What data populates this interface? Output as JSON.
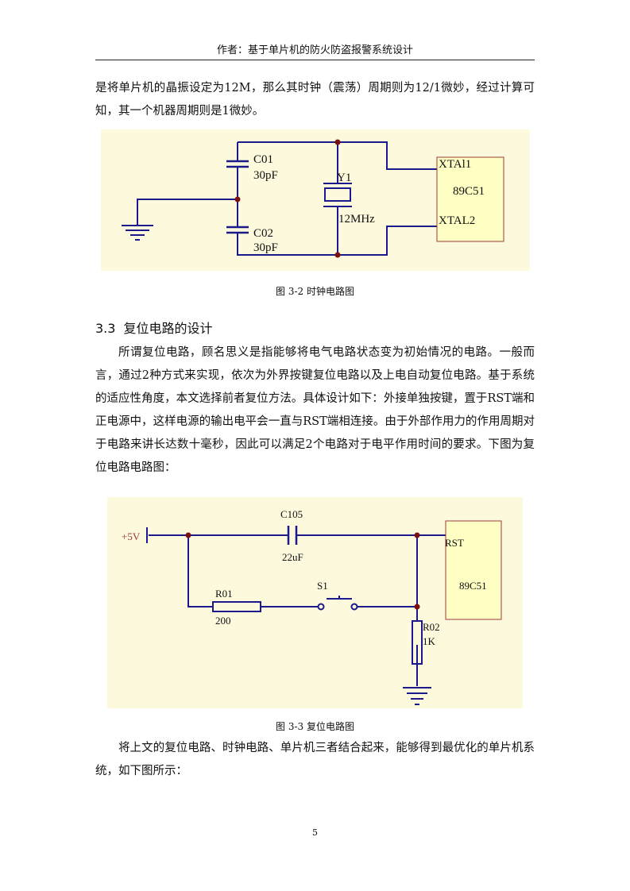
{
  "header": "作者：基于单片机的防火防盗报警系统设计",
  "para1": "是将单片机的晶振设定为12M，那么其时钟（震荡）周期则为12/1微妙，经过计算可知，其一个机器周期则是1微妙。",
  "fig1": {
    "caption": "图 3-2  时钟电路图",
    "labels": {
      "c01": "C01",
      "c01v": "30pF",
      "c02": "C02",
      "c02v": "30pF",
      "y1": "Y1",
      "y1v": "12MHz",
      "xtal1": "XTAl1",
      "xtal2": "XTAL2",
      "chip": "89C51"
    }
  },
  "section": {
    "num": "3.3",
    "title": "复位电路的设计"
  },
  "para2": "所谓复位电路，顾名思义是指能够将电气电路状态变为初始情况的电路。一般而言，通过2种方式来实现，依次为外界按键复位电路以及上电自动复位电路。基于系统的适应性角度，本文选择前者复位方法。具体设计如下：外接单独按键，置于RST端和正电源中，这样电源的输出电平会一直与RST端相连接。由于外部作用力的作用周期对于电路来讲长达数十毫秒，因此可以满足2个电路对于电平作用时间的要求。下图为复位电路电路图：",
  "fig2": {
    "caption": "图 3-3  复位电路图",
    "labels": {
      "vcc": "+5V",
      "c105": "C105",
      "c105v": "22uF",
      "r01": "R01",
      "r01v": "200",
      "s1": "S1",
      "r02": "R02",
      "r02v": "1K",
      "rst": "RST",
      "chip": "89C51"
    }
  },
  "para3": "将上文的复位电路、时钟电路、单片机三者结合起来，能够得到最优化的单片机系统，如下图所示：",
  "page_number": "5",
  "colors": {
    "wire": "#1a1a8c",
    "chip_fill": "#ffffc4",
    "chip_border": "#9b3b3b",
    "node": "#7a1010",
    "bg": "#fdf9dc"
  }
}
